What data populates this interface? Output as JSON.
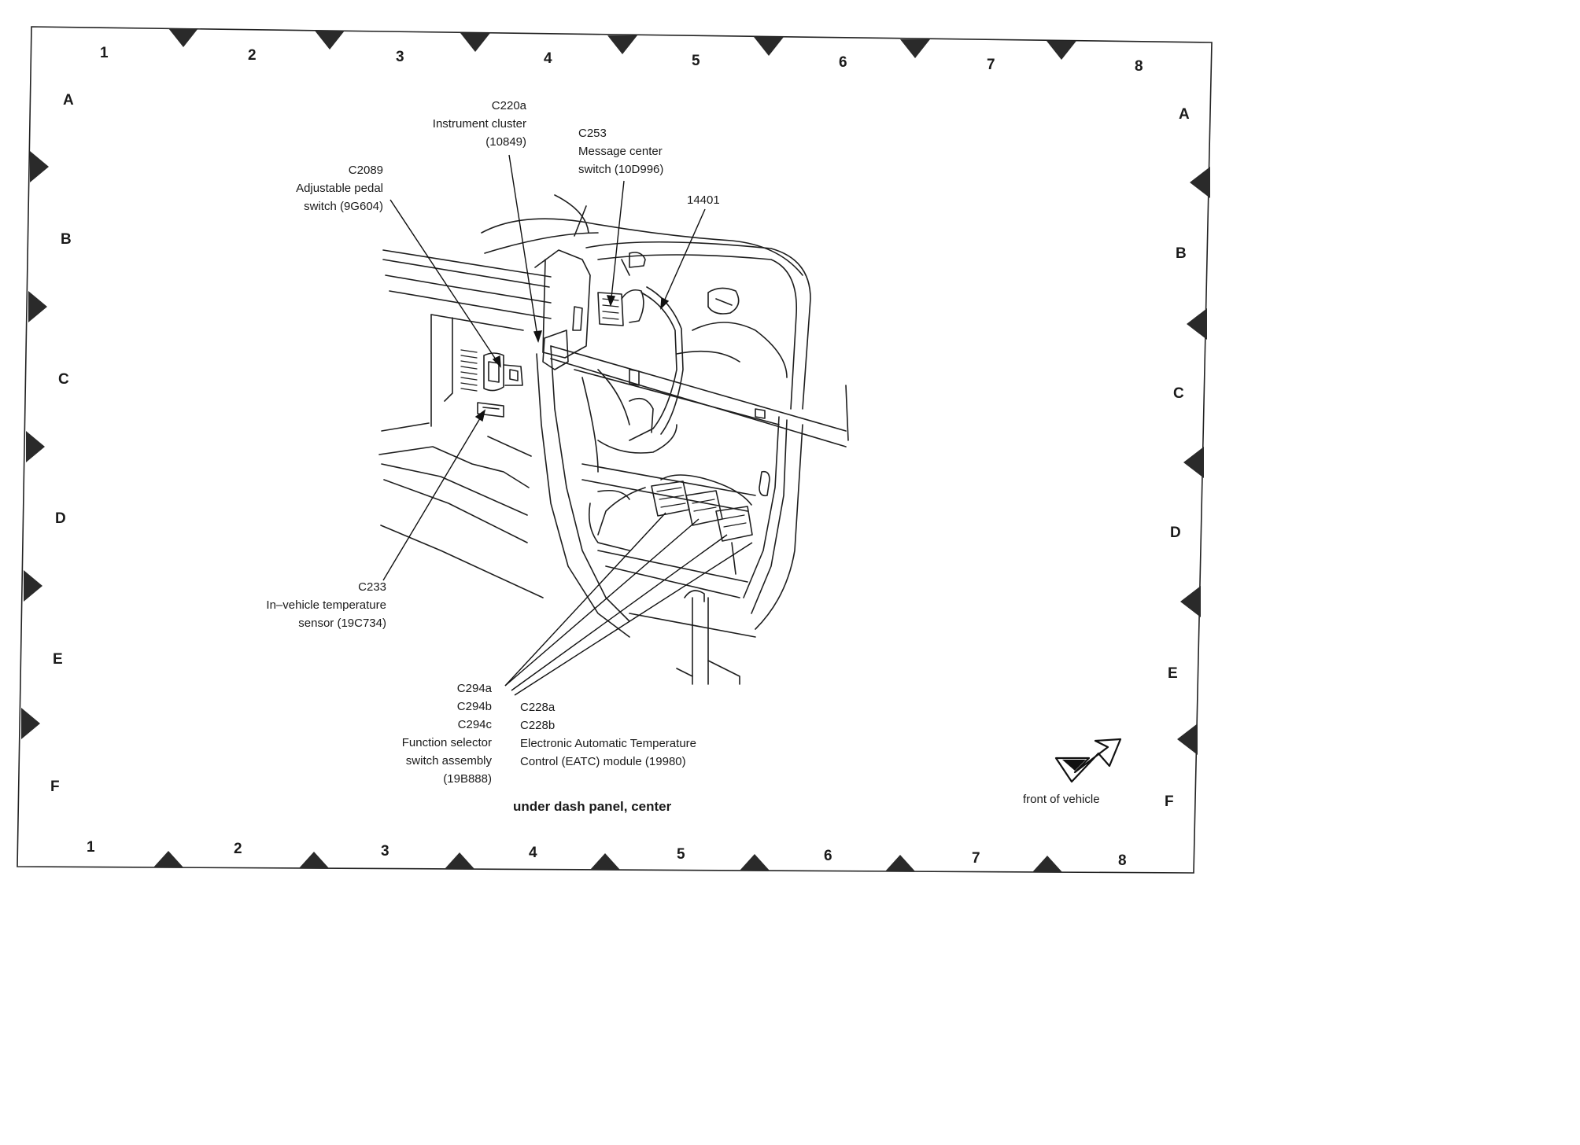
{
  "grid": {
    "columns": [
      "1",
      "2",
      "3",
      "4",
      "5",
      "6",
      "7",
      "8"
    ],
    "rows": [
      "A",
      "B",
      "C",
      "D",
      "E",
      "F"
    ]
  },
  "callouts": {
    "c220a": {
      "id": "C220a",
      "name": "Instrument cluster",
      "part": "(10849)"
    },
    "c253": {
      "id": "C253",
      "name": "Message center",
      "part": "switch (10D996)"
    },
    "c2089": {
      "id": "C2089",
      "name": "Adjustable pedal",
      "part": "switch (9G604)"
    },
    "p14401": {
      "id": "14401"
    },
    "c233": {
      "id": "C233",
      "name": "In–vehicle temperature",
      "part": "sensor (19C734)"
    },
    "c294": {
      "ids": [
        "C294a",
        "C294b",
        "C294c"
      ],
      "name1": "Function selector",
      "name2": "switch assembly",
      "part": "(19B888)"
    },
    "c228": {
      "ids": [
        "C228a",
        "C228b"
      ],
      "name1": "Electronic Automatic Temperature",
      "name2": "Control (EATC) module (19980)"
    }
  },
  "view_title": "under dash panel, center",
  "front_label": "front of vehicle"
}
